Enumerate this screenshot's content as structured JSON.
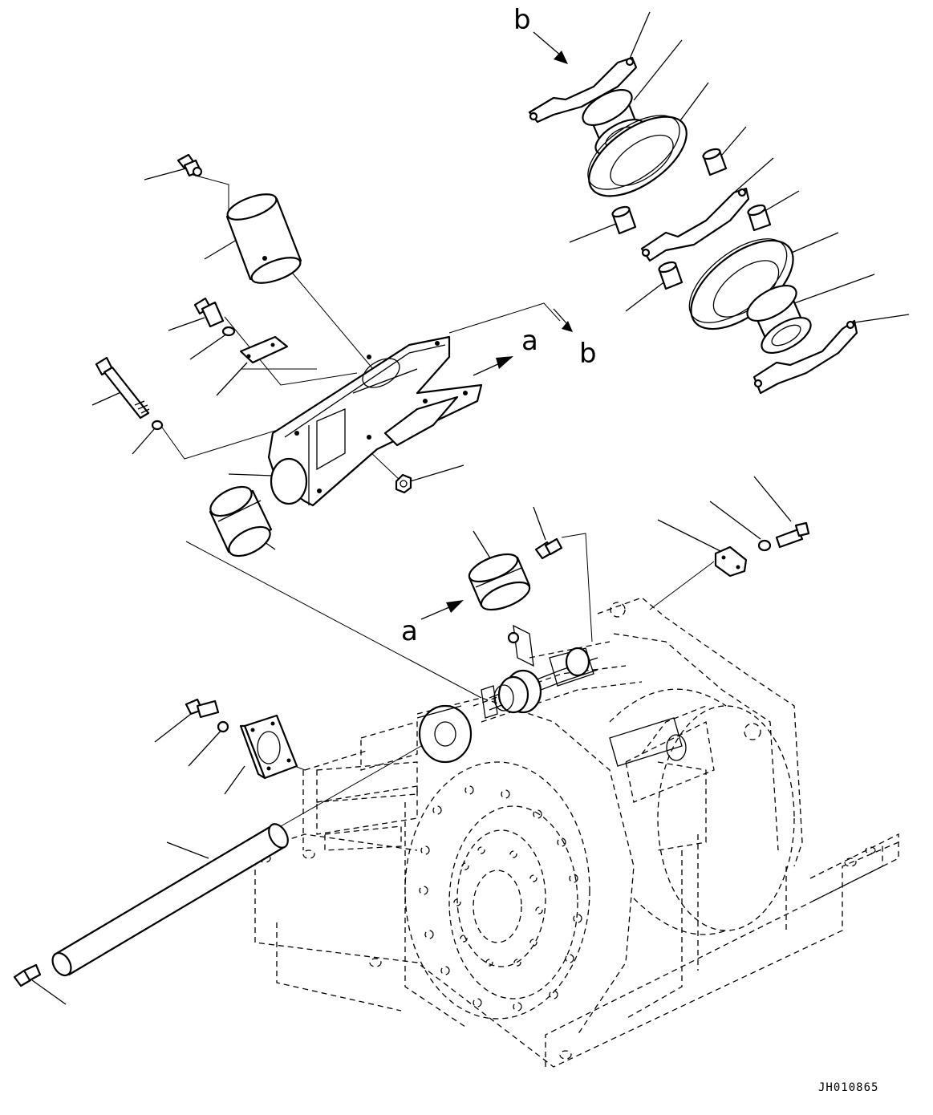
{
  "labels": {
    "a_top": "a",
    "a_bottom": "a",
    "b_top": "b",
    "b_right": "b"
  },
  "drawing_code": "JH010865"
}
